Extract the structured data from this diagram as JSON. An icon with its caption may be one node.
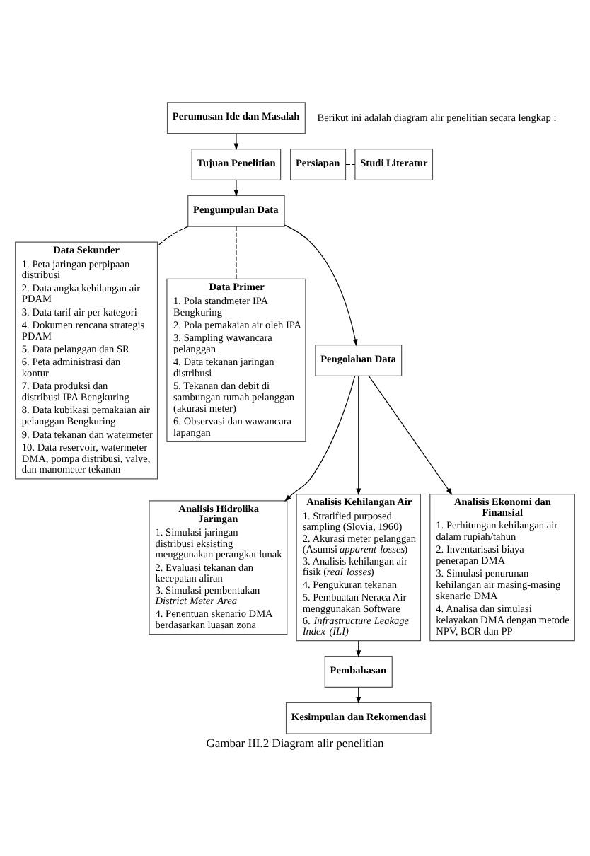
{
  "diagram": {
    "caption": "Gambar III.2 Diagram alir penelitian",
    "nodes": [
      {
        "text": [
          "Perumusan Ide dan Masalah"
        ]
      },
      {
        "text": [
          "Tujuan Penelitian"
        ]
      },
      {
        "text": [
          "Persiapan"
        ]
      },
      {
        "text": [
          "Studi Literatur"
        ]
      },
      {
        "text": [
          "Pengumpulan Data"
        ]
      },
      {
        "text": [
          "Data Sekunder",
          "1. Peta jaringan perpipaan distribusi",
          "2. Data angka kehilangan air PDAM",
          "3. Data tarif air per kategori",
          "4. Dokumen rencana strategis PDAM",
          "5. Data pelanggan dan SR",
          "6. Peta administrasi dan kontur",
          "7. Data produksi dan distribusi IPA Bengkuring",
          "8. Data kubikasi pemakaian air pelanggan Bengkuring",
          "9. Data tekanan dan watermeter",
          "10. Data reservoir, watermeter DMA, pompa distribusi, valve, dan manometer tekanan"
        ]
      },
      {
        "text": [
          "Data Primer",
          "1. Pola standmeter IPA Bengkuring",
          "2. Pola pemakaian air oleh IPA",
          "3. Sampling wawancara pelanggan",
          "4. Data tekanan jaringan distribusi",
          "5. Tekanan dan debit di sambungan rumah pelanggan (akurasi meter)",
          "6. Observasi dan wawancara lapangan"
        ]
      },
      {
        "text": [
          "Pengolahan Data"
        ]
      },
      {
        "text": [
          "Analisis Hidrolika Jaringan",
          "1. Simulasi jaringan distribusi eksisting menggunakan perangkat lunak",
          "2. Evaluasi tekanan dan kecepatan aliran",
          "3. Simulasi pembentukan *District Meter Area*",
          "4. Penentuan skenario DMA berdasarkan luasan zona"
        ]
      },
      {
        "text": [
          "Analisis Kehilangan Air",
          "1. Stratified purposed sampling (Slovia, 1960)",
          "2. Akurasi meter pelanggan (Asumsi *apparent losses*)",
          "3. Analisis kehilangan air fisik (*real losses*)",
          "4. Pengukuran tekanan",
          "5. Pembuatan Neraca Air menggunakan Software",
          "6. *Infrastructure Leakage Index (ILI)*"
        ]
      },
      {
        "text": [
          "Analisis Ekonomi dan Finansial",
          "1. Perhitungan kehilangan air dalam rupiah/tahun",
          "2. Inventarisasi biaya penerapan DMA",
          "3. Simulasi penurunan kehilangan air masing-masing skenario DMA",
          "4. Analisa dan simulasi kelayakan DMA dengan metode NPV, BCR dan PP"
        ]
      },
      {
        "text": [
          "Pembahasan"
        ]
      },
      {
        "text": [
          "Kesimpulan dan Rekomendasi"
        ]
      }
    ],
    "edges": [
      {
        "from": 0,
        "to": 1,
        "arrow": "to"
      },
      {
        "from": 1,
        "to": 4,
        "arrow": "to"
      },
      {
        "from": 2,
        "to": 3,
        "arrow": "none",
        "style": "dashed"
      },
      {
        "from": 4,
        "to": 5,
        "arrow": "none",
        "style": "dashed"
      },
      {
        "from": 4,
        "to": 6,
        "arrow": "none",
        "style": "dashed"
      },
      {
        "from": 4,
        "to": 7,
        "arrow": "to"
      },
      {
        "from": 7,
        "to": 8,
        "arrow": "to"
      },
      {
        "from": 7,
        "to": 9,
        "arrow": "to"
      },
      {
        "from": 7,
        "to": 10,
        "arrow": "to"
      },
      {
        "from": 9,
        "to": 11,
        "arrow": "to"
      },
      {
        "from": 11,
        "to": 12,
        "arrow": "to"
      }
    ],
    "labels": [
      "Berikut ini adalah diagram alir penelitian secara lengkap :"
    ]
  }
}
